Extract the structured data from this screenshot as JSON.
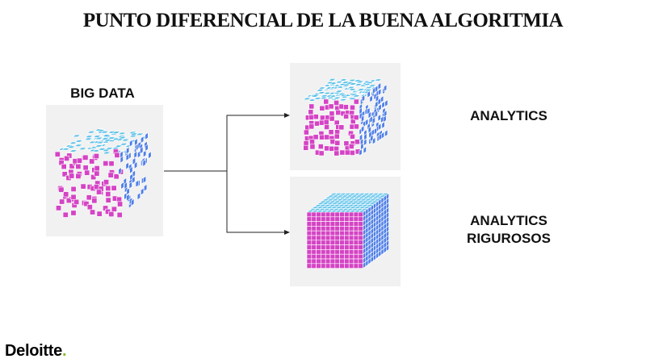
{
  "title": "PUNTO DIFERENCIAL DE LA BUENA ALGORITMIA",
  "big_data_label": "BIG DATA",
  "analytics_label": "ANALYTICS",
  "rigorous_line1": "ANALYTICS",
  "rigorous_line2": "RIGUROSOS",
  "brand": "Deloitte",
  "brand_dot": ".",
  "colors": {
    "top_face": "#5bc0e8",
    "left_face": "#d444c4",
    "right_face": "#4f7fe6",
    "brand_green": "#86bc25"
  }
}
